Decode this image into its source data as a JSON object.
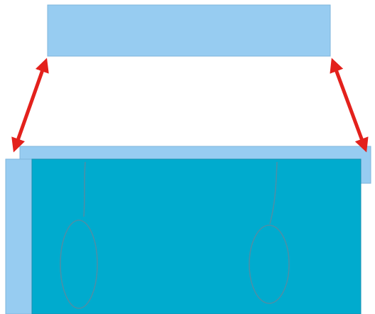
{
  "diagram": {
    "colors": {
      "background": "#ffffff",
      "light_panel_fill": "#97ccf1",
      "light_panel_stroke": "#7fb6dc",
      "box_front_fill": "#00abce",
      "box_outline": "#1a8fb0",
      "string_stroke": "#4a90a8",
      "arrow": "#e3211c"
    },
    "shapes": [
      "top-panel",
      "box-back-rim",
      "box-left-side",
      "box-front-face",
      "left-pendant",
      "right-pendant"
    ],
    "arrows": [
      {
        "id": "left",
        "direction": "double-headed"
      },
      {
        "id": "right",
        "direction": "double-headed"
      }
    ]
  }
}
